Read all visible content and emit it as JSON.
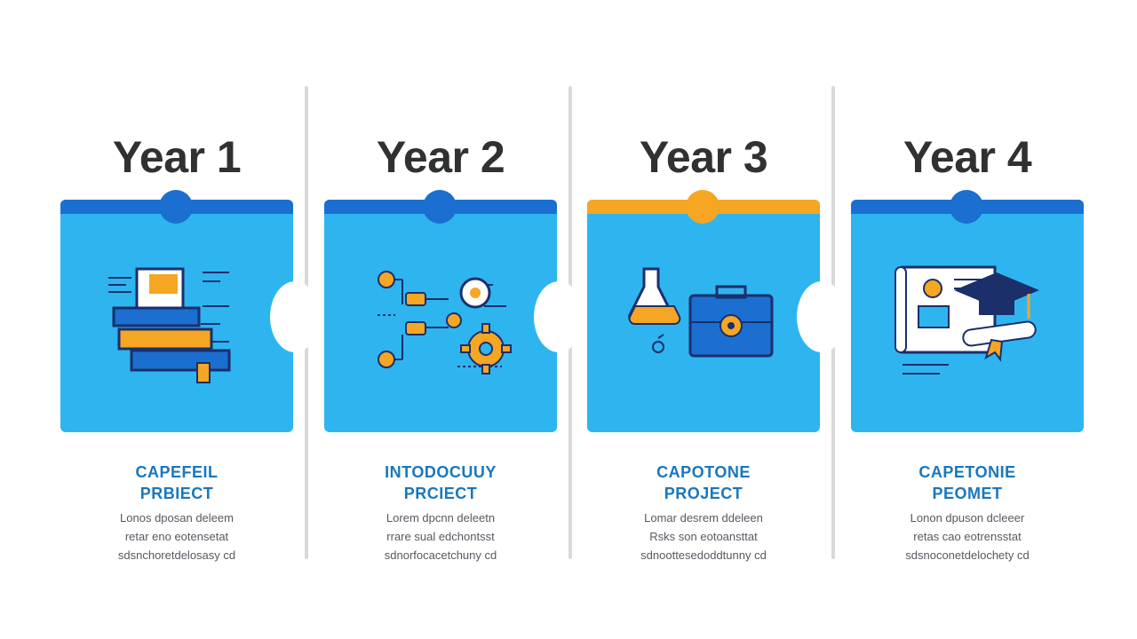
{
  "colors": {
    "card": "#2eb5f0",
    "bar_blue": "#1a6fd0",
    "bar_orange": "#f5a623",
    "caption": "#1877be",
    "orange_icon": "#f5a623",
    "navy_line": "#1b2f6b"
  },
  "years": [
    {
      "title": "Year 1",
      "accent": "blue",
      "icon": "books-icon",
      "caption_line1": "CAPEFEIL",
      "caption_line2": "PRBIECT",
      "desc_line1": "Lonos dposan deleem",
      "desc_line2": "retar eno eotensetat",
      "desc_line3": "sdsnchoretdelosasy cd"
    },
    {
      "title": "Year 2",
      "accent": "blue",
      "icon": "flowchart-gear-icon",
      "caption_line1": "INTODOCUUY",
      "caption_line2": "PRCIECT",
      "desc_line1": "Lorem dpcnn deleetn",
      "desc_line2": "rrare sual edchontsst",
      "desc_line3": "sdnorfocacetchuny cd"
    },
    {
      "title": "Year 3",
      "accent": "orange",
      "icon": "lab-briefcase-icon",
      "caption_line1": "CAPOTONE",
      "caption_line2": "PROJECT",
      "desc_line1": "Lomar desrem ddeleen",
      "desc_line2": "Rsks son eotoansttat",
      "desc_line3": "sdnoottesedoddtunny cd"
    },
    {
      "title": "Year 4",
      "accent": "blue",
      "icon": "graduation-cap-icon",
      "caption_line1": "CAPETONIE",
      "caption_line2": "PEOMET",
      "desc_line1": "Lonon dpuson dcleeer",
      "desc_line2": "retas cao eotrensstat",
      "desc_line3": "sdsnoconetdelochety cd"
    }
  ]
}
